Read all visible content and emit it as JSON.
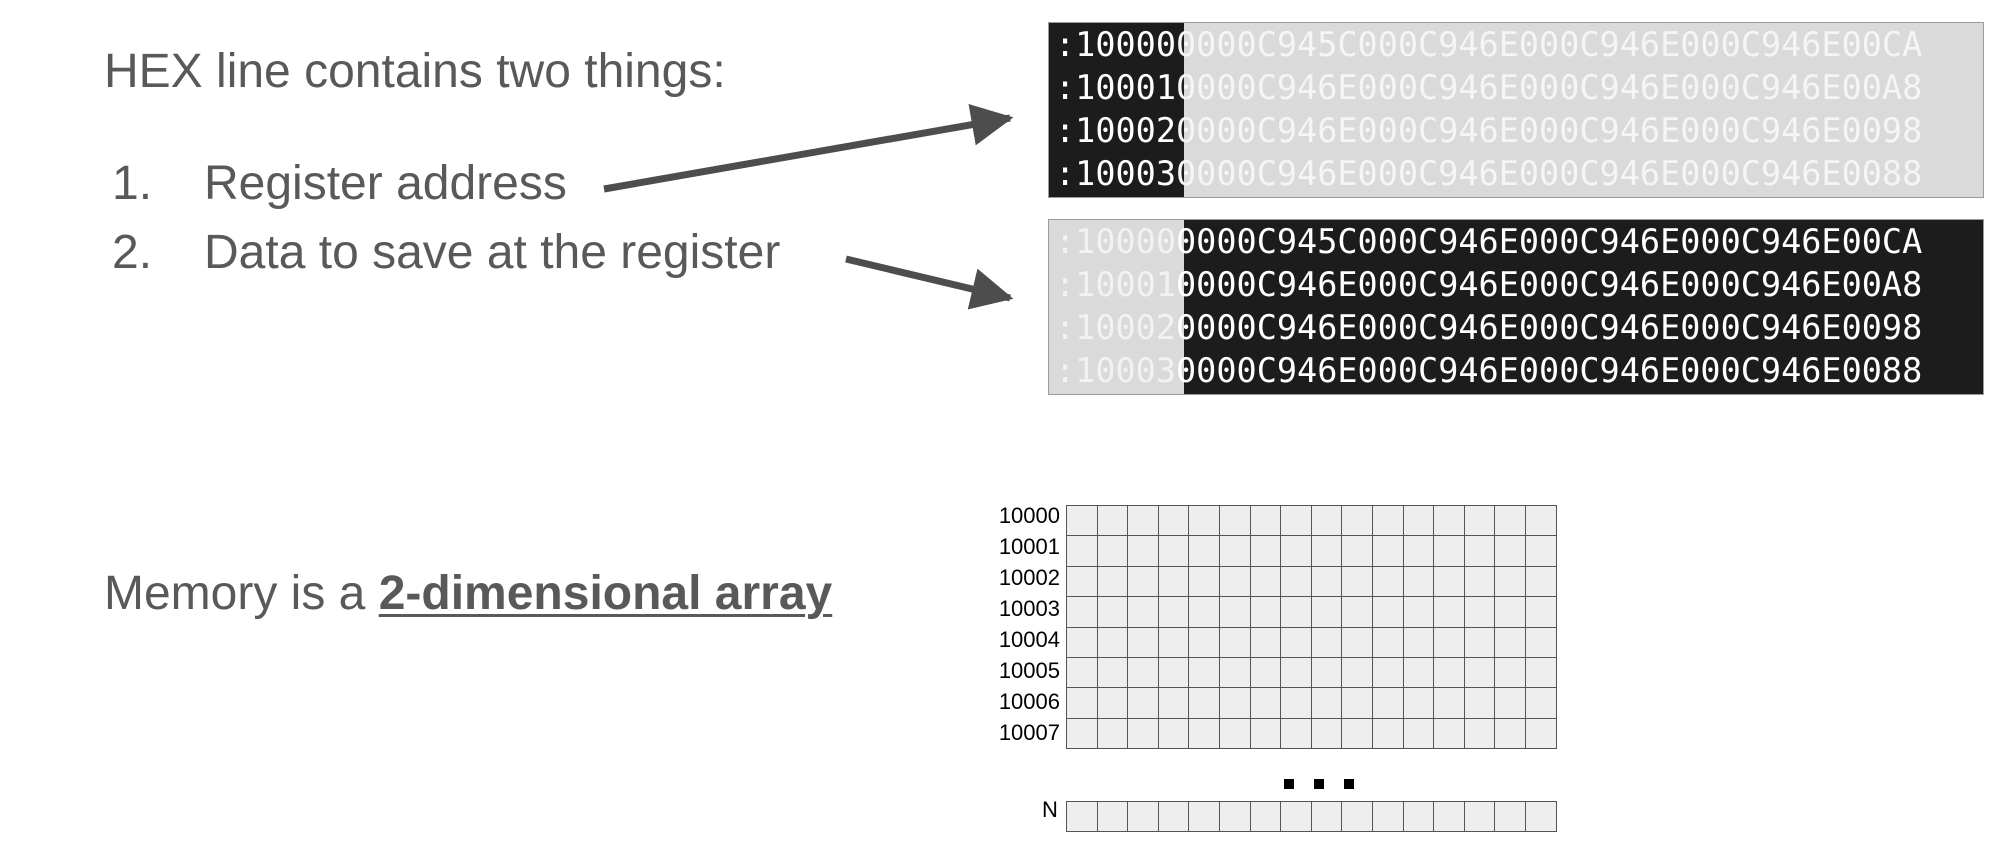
{
  "heading": "HEX line contains two things:",
  "list": [
    {
      "num": "1.",
      "text": "Register address"
    },
    {
      "num": "2.",
      "text": "Data to save at the register"
    }
  ],
  "memory": {
    "prefix": "Memory is a ",
    "emphasis": "2-dimensional array"
  },
  "hex_lines": [
    {
      "addr": ":10000",
      "data": "0000C945C000C946E000C946E000C946E00CA"
    },
    {
      "addr": ":10001",
      "data": "0000C946E000C946E000C946E000C946E00A8"
    },
    {
      "addr": ":10002",
      "data": "0000C946E000C946E000C946E000C946E0098"
    },
    {
      "addr": ":10003",
      "data": "0000C946E000C946E000C946E000C946E0088"
    }
  ],
  "memory_rows": [
    "10000",
    "10001",
    "10002",
    "10003",
    "10004",
    "10005",
    "10006",
    "10007"
  ],
  "memory_columns": 16,
  "last_row_label": "N",
  "colors": {
    "text": "#595959",
    "dark_bg": "#1c1c1c",
    "light_bg": "#dadada",
    "cell": "#eeeeee",
    "arrow": "#4d4d4d"
  }
}
